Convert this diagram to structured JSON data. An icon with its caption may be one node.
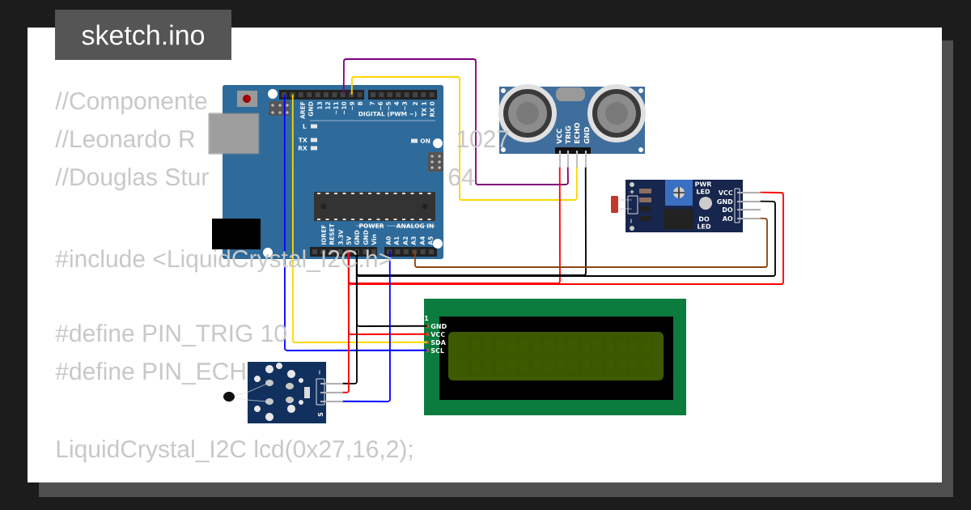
{
  "diagram": {
    "title": "sketch.ino",
    "nodes": [
      {
        "text": [],
        "shape": "picture"
      },
      {
        "text": [],
        "shape": "picture"
      },
      {
        "text": [],
        "shape": "picture"
      },
      {
        "text": [],
        "shape": "picture"
      },
      {
        "text": [],
        "shape": "picture"
      }
    ],
    "edges": [
      {
        "from": 0,
        "to": 1,
        "arrow": "none",
        "color": "#800080"
      },
      {
        "from": 0,
        "to": 1,
        "arrow": "none",
        "color": "#ffd700"
      },
      {
        "from": 0,
        "to": 1,
        "arrow": "none",
        "color": "#ff0000"
      },
      {
        "from": 0,
        "to": 1,
        "arrow": "none",
        "color": "#000000"
      },
      {
        "from": 0,
        "to": 2,
        "arrow": "none",
        "color": "#ff0000"
      },
      {
        "from": 0,
        "to": 2,
        "arrow": "none",
        "color": "#000000"
      },
      {
        "from": 0,
        "to": 2,
        "arrow": "none",
        "color": "#8b4513"
      },
      {
        "from": 0,
        "to": 3,
        "arrow": "none",
        "color": "#000000"
      },
      {
        "from": 0,
        "to": 3,
        "arrow": "none",
        "color": "#ff0000"
      },
      {
        "from": 0,
        "to": 3,
        "arrow": "none",
        "color": "#ffd700"
      },
      {
        "from": 0,
        "to": 3,
        "arrow": "none",
        "color": "#0000ff"
      },
      {
        "from": 0,
        "to": 4,
        "arrow": "none",
        "color": "#000000"
      },
      {
        "from": 0,
        "to": 4,
        "arrow": "none",
        "color": "#ff0000"
      },
      {
        "from": 0,
        "to": 4,
        "arrow": "none",
        "color": "#0000ff"
      }
    ],
    "labels": [
      "//Componente",
      "//Leonardo R",
      "1027",
      "//Douglas Stur",
      "64",
      "#include <LiquidCrystal_I2C.h>",
      "#define PIN_TRIG 10",
      "#define PIN_ECH",
      "LiquidCrystal_I2C lcd(0x27,16,2);",
      "AREF",
      "GND",
      "13",
      "12",
      "~11",
      "~10",
      "~9",
      "8",
      "7",
      "~6",
      "~5",
      "4",
      "~3",
      "2",
      "TX 1",
      "RX 0",
      "DIGITAL (PWM ~)",
      "L",
      "TX",
      "RX",
      "ON",
      "POWER",
      "ANALOG IN",
      "IOREF",
      "RESET",
      "3.3V",
      "5V",
      "GND",
      "GND",
      "Vin",
      "A0",
      "A1",
      "A2",
      "A3",
      "A4",
      "A5",
      "VCC",
      "TRIG",
      "ECHO",
      "GND",
      "+",
      "−",
      "PWR LED",
      "VCC",
      "GND",
      "DO",
      "AO",
      "DO LED",
      "1",
      "GND",
      "VCC",
      "SDA",
      "SCL",
      "−",
      "S"
    ]
  }
}
